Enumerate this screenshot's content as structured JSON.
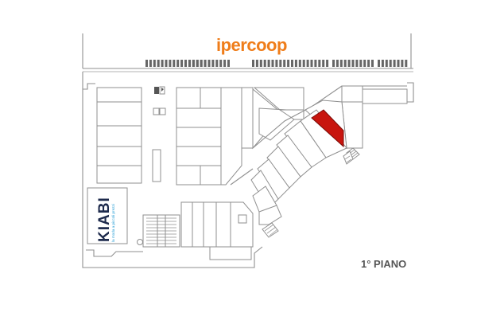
{
  "anchor_store": {
    "name": "ipercoop",
    "color": "#ef7d1a"
  },
  "kiabi": {
    "name": "KIABI",
    "tagline": "la moda a piccoli prezzi",
    "color": "#1d2a4c",
    "tag_color": "#2a9fd6"
  },
  "floor": {
    "label": "1° PIANO"
  },
  "highlighted_store": {
    "color": "#c8150e",
    "stroke": "#7a0a06"
  },
  "icons": [
    "parking-stalls",
    "escalator-icon",
    "stairs-icon",
    "toilet-icon",
    "elevator-icon"
  ]
}
